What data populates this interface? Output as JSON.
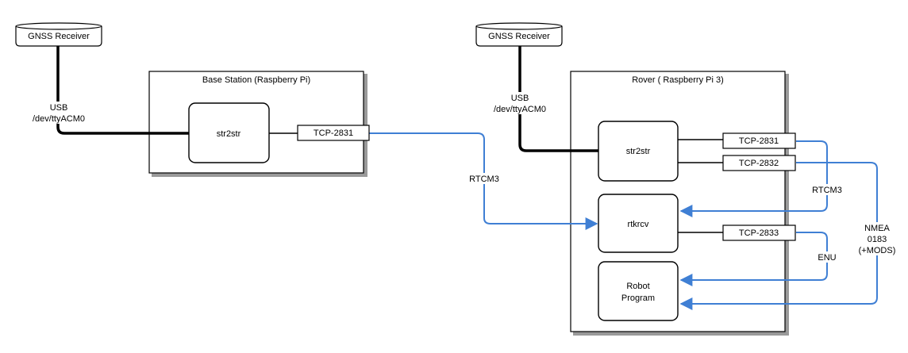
{
  "colors": {
    "edge_blue": "#3f7fd4",
    "stroke": "#000000",
    "shadow": "#9a9a9a",
    "fill": "#ffffff"
  },
  "nodes": {
    "gnss_left": "GNSS Receiver",
    "gnss_right": "GNSS Receiver",
    "base_station": "Base Station (Raspberry Pi)",
    "rover": "Rover ( Raspberry Pi 3)",
    "str2str_base": "str2str",
    "str2str_rover": "str2str",
    "rtkrcv": "rtkrcv",
    "robot_program_line1": "Robot",
    "robot_program_line2": "Program",
    "tcp_base_2831": "TCP-2831",
    "tcp_rover_2831": "TCP-2831",
    "tcp_rover_2832": "TCP-2832",
    "tcp_rover_2833": "TCP-2833"
  },
  "edge_labels": {
    "usb_left_line1": "USB",
    "usb_left_line2": "/dev/ttyACM0",
    "usb_right_line1": "USB",
    "usb_right_line2": "/dev/ttyACM0",
    "rtcm3_main": "RTCM3",
    "rtcm3_rover": "RTCM3",
    "enu": "ENU",
    "nmea_line1": "NMEA",
    "nmea_line2": "0183",
    "nmea_line3": "(+MODS)"
  }
}
